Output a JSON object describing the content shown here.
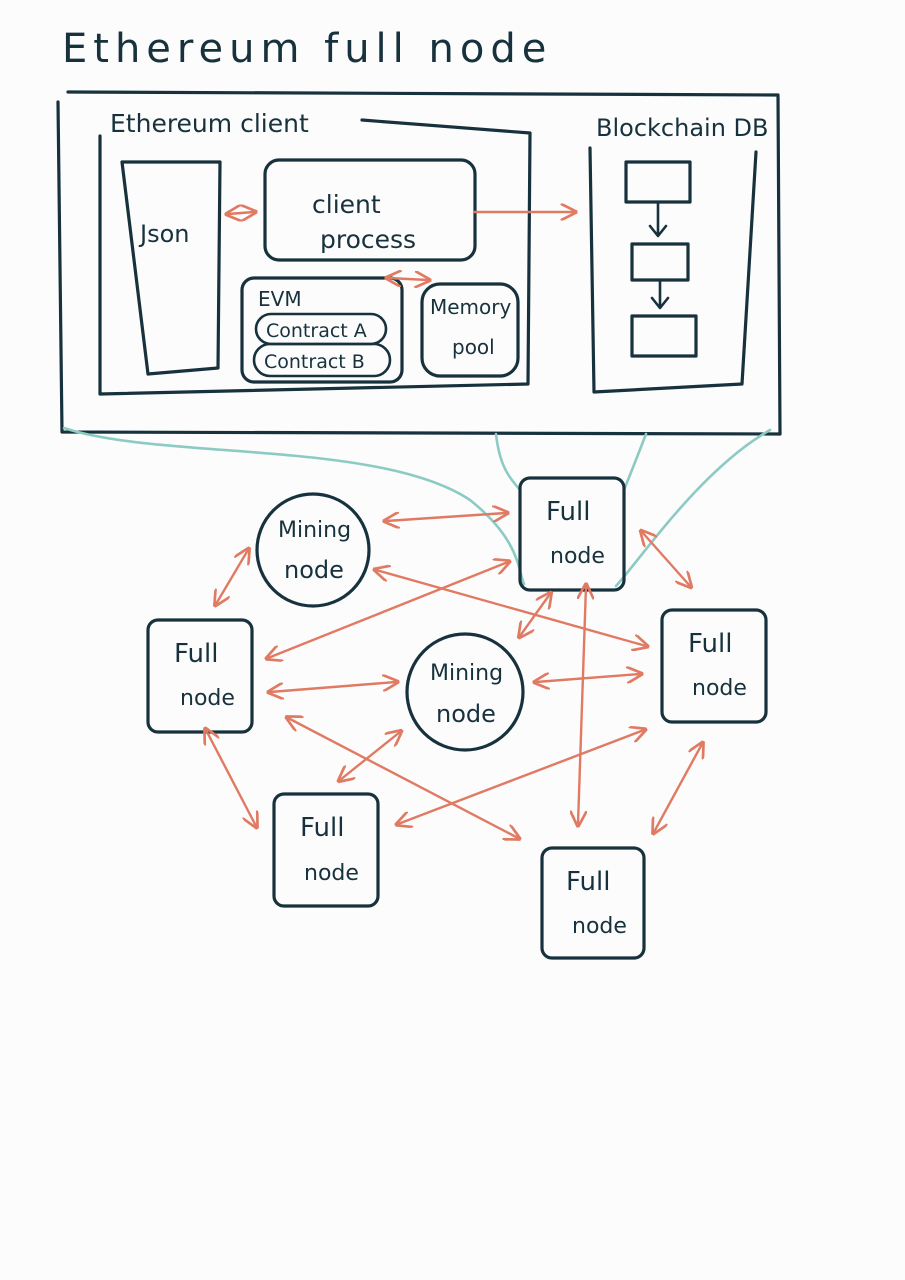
{
  "title": "Ethereum full node",
  "client_box": {
    "label": "Ethereum client",
    "json_label": "Json",
    "client_process_label_line1": "client",
    "client_process_label_line2": "process",
    "evm_label": "EVM",
    "contract_a_label": "Contract A",
    "contract_b_label": "Contract B",
    "memory_pool_label_line1": "Memory",
    "memory_pool_label_line2": "pool"
  },
  "blockchain_db": {
    "label": "Blockchain DB"
  },
  "network": {
    "full_node_line1": "Full",
    "full_node_line2": "node",
    "mining_node_line1": "Mining",
    "mining_node_line2": "node"
  },
  "colors": {
    "ink": "#17323d",
    "arrow": "#e07a63",
    "teal": "#8ccbc3",
    "background": "#fcfcfc"
  }
}
